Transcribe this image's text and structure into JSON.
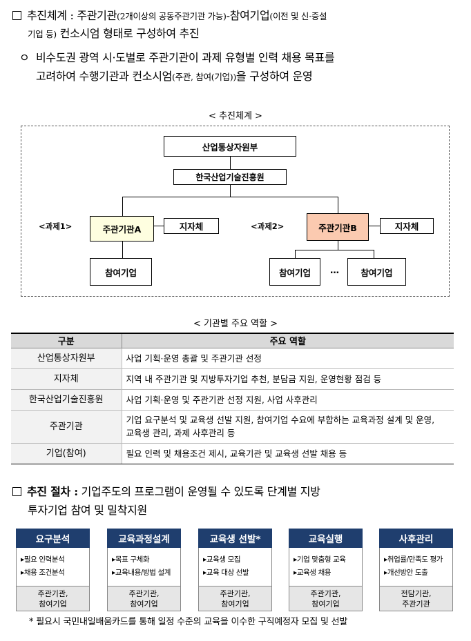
{
  "section1": {
    "title": "추진체계 : ",
    "text_a": "주관기관",
    "text_b_small": "(2개이상의 공동주관기관 가능)",
    "text_c": "-참여기업",
    "text_d_small": "(이전 및 신·증설",
    "line2_small": "기업 등)",
    "line2_rest": " 컨소시엄 형태로 구성하여 추진"
  },
  "bullet1": {
    "mark": "ㅇ",
    "line1": "비수도권 광역 시·도별로 주관기관이 과제 유형별 인력 채용 목표를",
    "line2a": "고려하여 수행기관과 컨소시엄",
    "line2b_small": "(주관, 참여(기업))",
    "line2c": "을 구성하여 운영"
  },
  "org": {
    "caption": "< 추진체계 >",
    "top": "산업통상자원부",
    "mid": "한국산업기술진흥원",
    "task1": "<과제1>",
    "task2": "<과제2>",
    "lead_a": "주관기관A",
    "lead_b": "주관기관B",
    "local": "지자체",
    "partner": "참여기업",
    "ellipsis": "…",
    "colors": {
      "lead_a": "#fefee0",
      "lead_b": "#fbcab0"
    }
  },
  "roles": {
    "caption": "< 기관별 주요 역할 >",
    "headers": [
      "구분",
      "주요 역할"
    ],
    "rows": [
      {
        "category": "산업통상자원부",
        "role": "사업 기획·운영 총괄 및 주관기관 선정"
      },
      {
        "category": "지자체",
        "role": "지역 내 주관기관 및 지방투자기업 추천, 분담금 지원, 운영현황 점검 등"
      },
      {
        "category": "한국산업기술진흥원",
        "role": "사업 기획·운영 및 주관기관 선정 지원, 사업 사후관리"
      },
      {
        "category": "주관기관",
        "role": "기업 요구분석 및 교육생 선발 지원, 참여기업 수요에 부합하는 교육과정 설계 및 운영, 교육생 관리, 과제 사후관리 등"
      },
      {
        "category": "기업(참여)",
        "role": "필요 인력 및 채용조건 제시, 교육기관 및 교육생 선발 채용 등"
      }
    ]
  },
  "section2": {
    "title": "추진 절차 :",
    "line1": " 기업주도의 프로그램이 운영될 수 있도록 단계별 지방",
    "line2": "투자기업 참여 및 밀착지원"
  },
  "steps": [
    {
      "title": "요구분석",
      "items": [
        "▸필요 인력분석",
        "▸채용 조건분석"
      ],
      "owner1": "주관기관,",
      "owner2": "참여기업"
    },
    {
      "title": "교육과정설계",
      "items": [
        "▸목표 구체화",
        "▸교육내용/방법 설계"
      ],
      "owner1": "주관기관,",
      "owner2": "참여기업"
    },
    {
      "title": "교육생 선발*",
      "items": [
        "▸교육생 모집",
        "▸교육 대상 선발"
      ],
      "owner1": "주관기관,",
      "owner2": "참여기업"
    },
    {
      "title": "교육실행",
      "items": [
        "▸기업 맞춤형 교육",
        "▸교육생 채용"
      ],
      "owner1": "주관기관,",
      "owner2": "참여기업"
    },
    {
      "title": "사후관리",
      "items": [
        "▸취업률/만족도 평가",
        "▸개선방안 도출"
      ],
      "owner1": "전담기관,",
      "owner2": "주관기관"
    }
  ],
  "footnote": "* 필요시 국민내일배움카드를 통해 일정 수준의 교육을 이수한 구직예정자 모집 및 선발",
  "colors": {
    "step_header": "#1f3e6e",
    "table_header": "#d9d9d9"
  }
}
